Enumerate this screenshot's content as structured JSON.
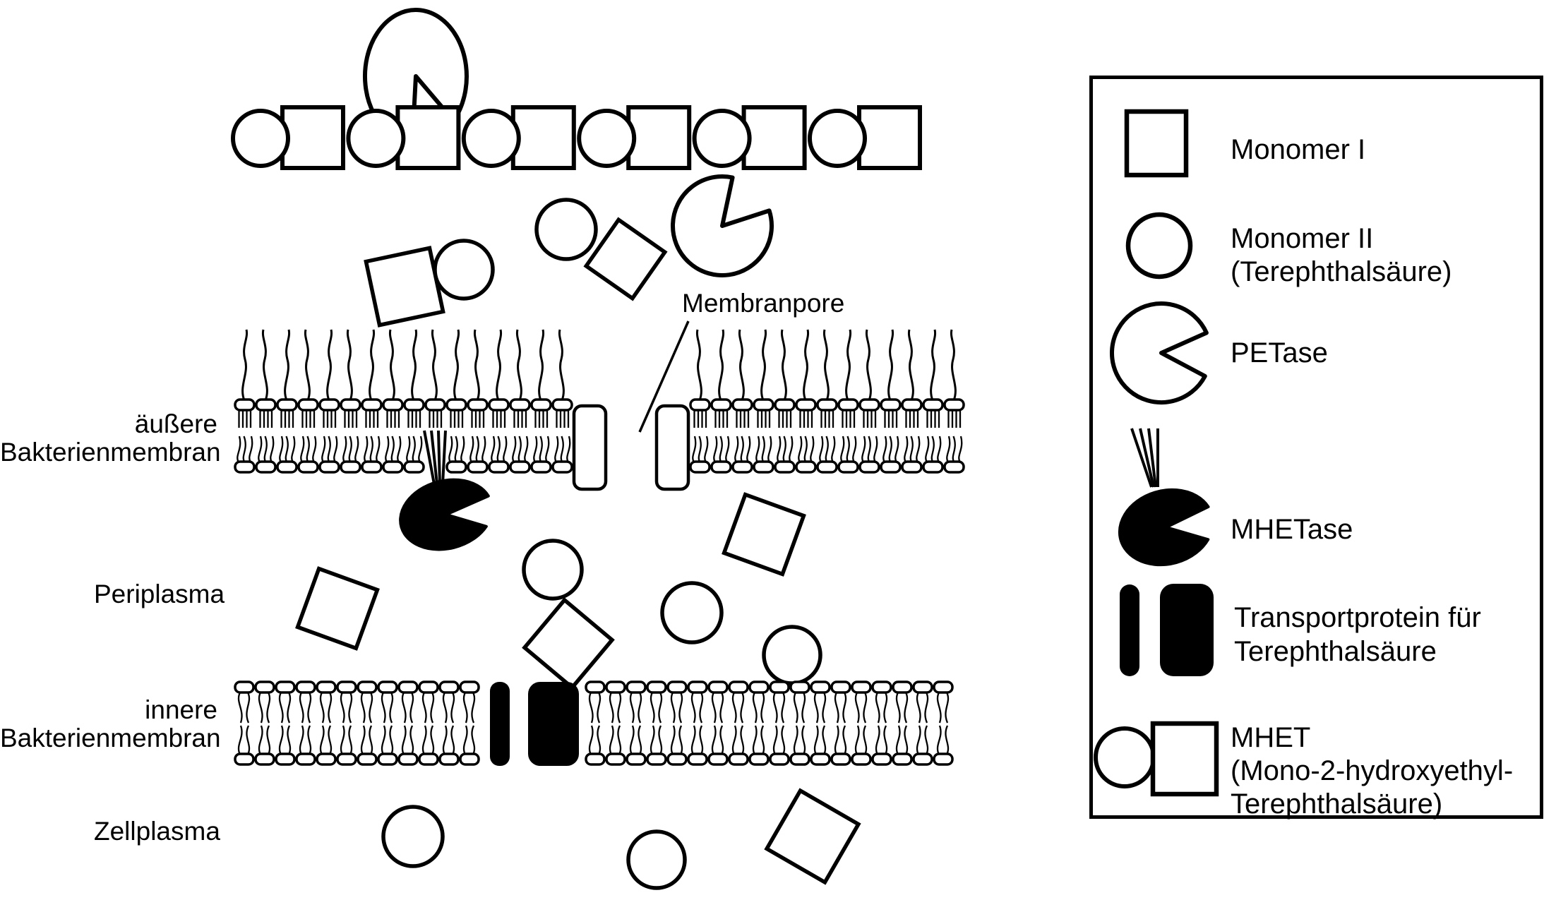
{
  "diagram": {
    "labels": {
      "outer_membrane": "äußere\nBakterienmembran",
      "periplasma": "Periplasma",
      "inner_membrane": "innere\nBakterienmembran",
      "zellplasma": "Zellplasma",
      "membranpore": "Membranpore"
    }
  },
  "legend": {
    "items": [
      {
        "icon": "monomer-1-icon",
        "label": "Monomer I"
      },
      {
        "icon": "monomer-2-icon",
        "label": "Monomer II\n(Terephthalsäure)"
      },
      {
        "icon": "petase-icon",
        "label": "PETase"
      },
      {
        "icon": "mhetase-icon",
        "label": "MHETase"
      },
      {
        "icon": "transport-protein-icon",
        "label": "Transportprotein für\nTerephthalsäure"
      },
      {
        "icon": "mhet-icon",
        "label": "MHET\n(Mono-2-hydroxyethyl-\nTerephthalsäure)"
      }
    ]
  },
  "colors": {
    "ink": "#000000",
    "paper": "#ffffff"
  }
}
